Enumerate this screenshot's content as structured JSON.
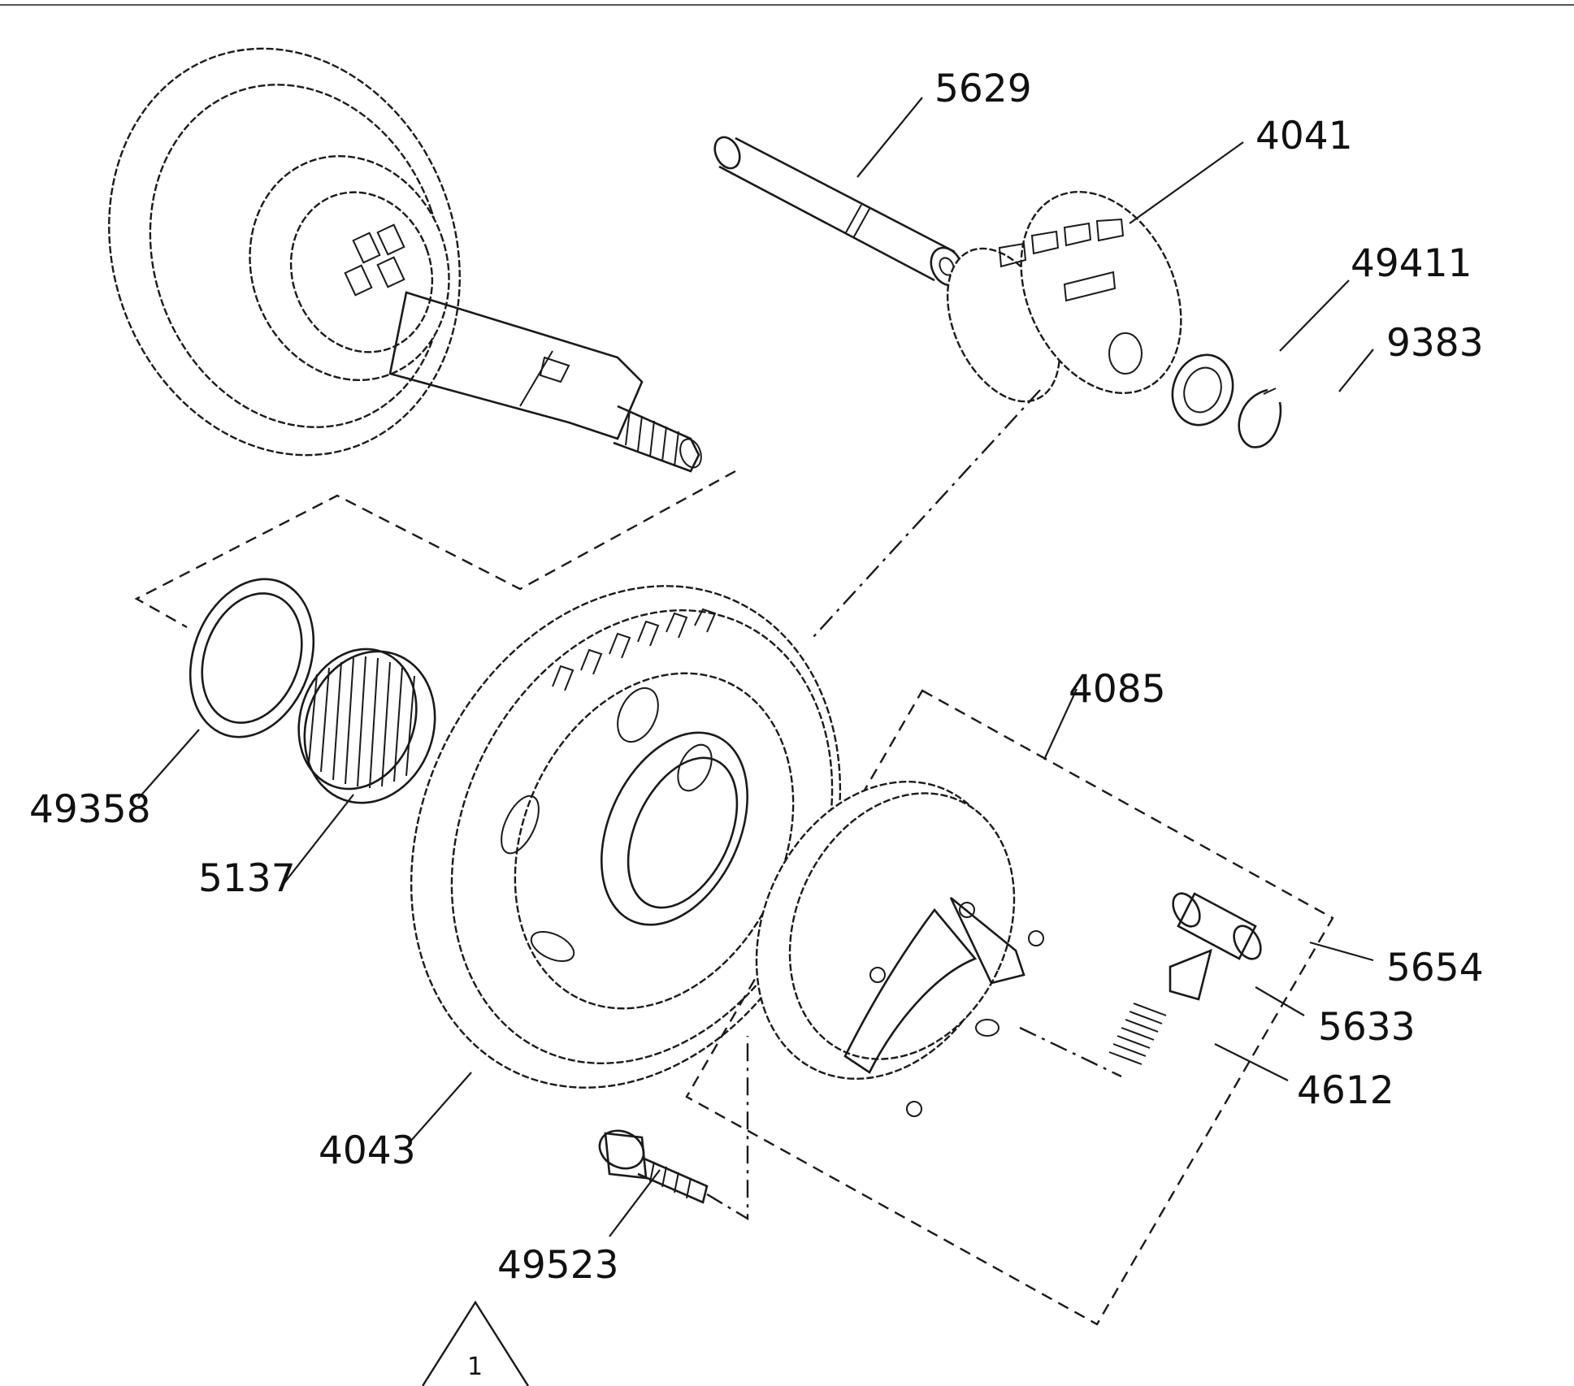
{
  "diagram": {
    "part_numbers": {
      "shaft": "5629",
      "pinion_gear": "4041",
      "washer_small": "49411",
      "e_clip": "9383",
      "spacer_ring": "49358",
      "needle_bearing": "5137",
      "spur_gear": "4043",
      "clutch_assembly": "4085",
      "roller": "5654",
      "pin": "5633",
      "spring": "4612",
      "screw": "49523"
    },
    "callout_number": "1"
  }
}
